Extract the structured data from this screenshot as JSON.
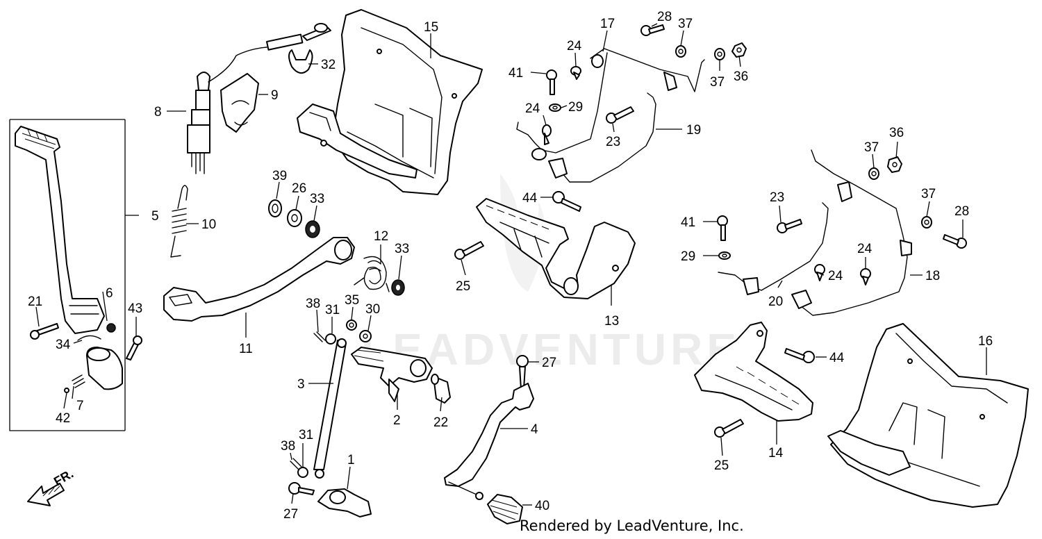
{
  "footer": {
    "rendered_by": "Rendered by LeadVenture, Inc."
  },
  "watermark": {
    "text": "LEADVENTURE"
  },
  "direction": {
    "label": "FR."
  },
  "callouts": {
    "c1": "1",
    "c2": "2",
    "c3": "3",
    "c4": "4",
    "c5": "5",
    "c6": "6",
    "c7": "7",
    "c8": "8",
    "c9": "9",
    "c10": "10",
    "c11": "11",
    "c12": "12",
    "c13": "13",
    "c14": "14",
    "c15": "15",
    "c16": "16",
    "c17": "17",
    "c18": "18",
    "c19": "19",
    "c20": "20",
    "c21": "21",
    "c22": "22",
    "c23a": "23",
    "c23b": "23",
    "c24a": "24",
    "c24b": "24",
    "c24c": "24",
    "c24d": "24",
    "c25a": "25",
    "c25b": "25",
    "c26": "26",
    "c27a": "27",
    "c27b": "27",
    "c28a": "28",
    "c28b": "28",
    "c29a": "29",
    "c29b": "29",
    "c30": "30",
    "c31a": "31",
    "c31b": "31",
    "c32": "32",
    "c33a": "33",
    "c33b": "33",
    "c34": "34",
    "c35": "35",
    "c36a": "36",
    "c36b": "36",
    "c37a": "37",
    "c37b": "37",
    "c37c": "37",
    "c37d": "37",
    "c38a": "38",
    "c38b": "38",
    "c39": "39",
    "c40": "40",
    "c41a": "41",
    "c41b": "41",
    "c42": "42",
    "c43": "43",
    "c44a": "44",
    "c44b": "44"
  },
  "colors": {
    "ink": "#000000",
    "paper": "#ffffff"
  }
}
